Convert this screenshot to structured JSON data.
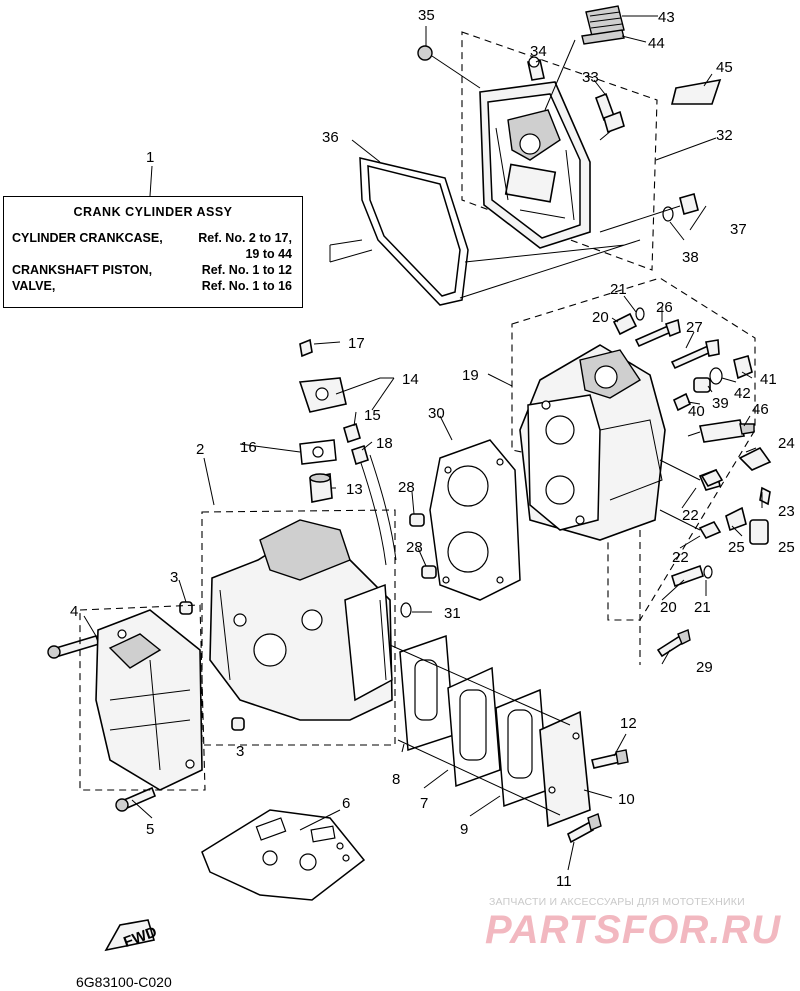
{
  "legend": {
    "title": "CRANK  CYLINDER ASSY",
    "rows": [
      {
        "left": "CYLINDER CRANKCASE,",
        "right": "Ref. No. 2 to 17,"
      },
      {
        "left": "",
        "right": "19 to 44"
      },
      {
        "left": "CRANKSHAFT PISTON,",
        "right": "Ref. No. 1 to 12"
      },
      {
        "left": "VALVE,",
        "right": "Ref. No. 1 to 16"
      }
    ]
  },
  "callouts": {
    "c1": "1",
    "c2": "2",
    "c3a": "3",
    "c3b": "3",
    "c4": "4",
    "c5": "5",
    "c6": "6",
    "c7": "7",
    "c8": "8",
    "c9": "9",
    "c10": "10",
    "c11": "11",
    "c12": "12",
    "c13": "13",
    "c14": "14",
    "c15": "15",
    "c16": "16",
    "c17": "17",
    "c18": "18",
    "c19": "19",
    "c20a": "20",
    "c20b": "20",
    "c21a": "21",
    "c21b": "21",
    "c22a": "22",
    "c22b": "22",
    "c23": "23",
    "c24": "24",
    "c25a": "25",
    "c25b": "25",
    "c26": "26",
    "c27": "27",
    "c28a": "28",
    "c28b": "28",
    "c29": "29",
    "c30": "30",
    "c31": "31",
    "c32": "32",
    "c33": "33",
    "c34": "34",
    "c35": "35",
    "c36": "36",
    "c37": "37",
    "c38": "38",
    "c39": "39",
    "c40": "40",
    "c41": "41",
    "c42": "42",
    "c43": "43",
    "c44": "44",
    "c45": "45",
    "c46": "46"
  },
  "fwd_label": "FWD",
  "diagram_code": "6G83100-C020",
  "watermark": {
    "tagline": "ЗАПЧАСТИ И АКСЕССУАРЫ ДЛЯ МОТОТЕХНИКИ",
    "logo": "PARTSFOR.RU"
  }
}
